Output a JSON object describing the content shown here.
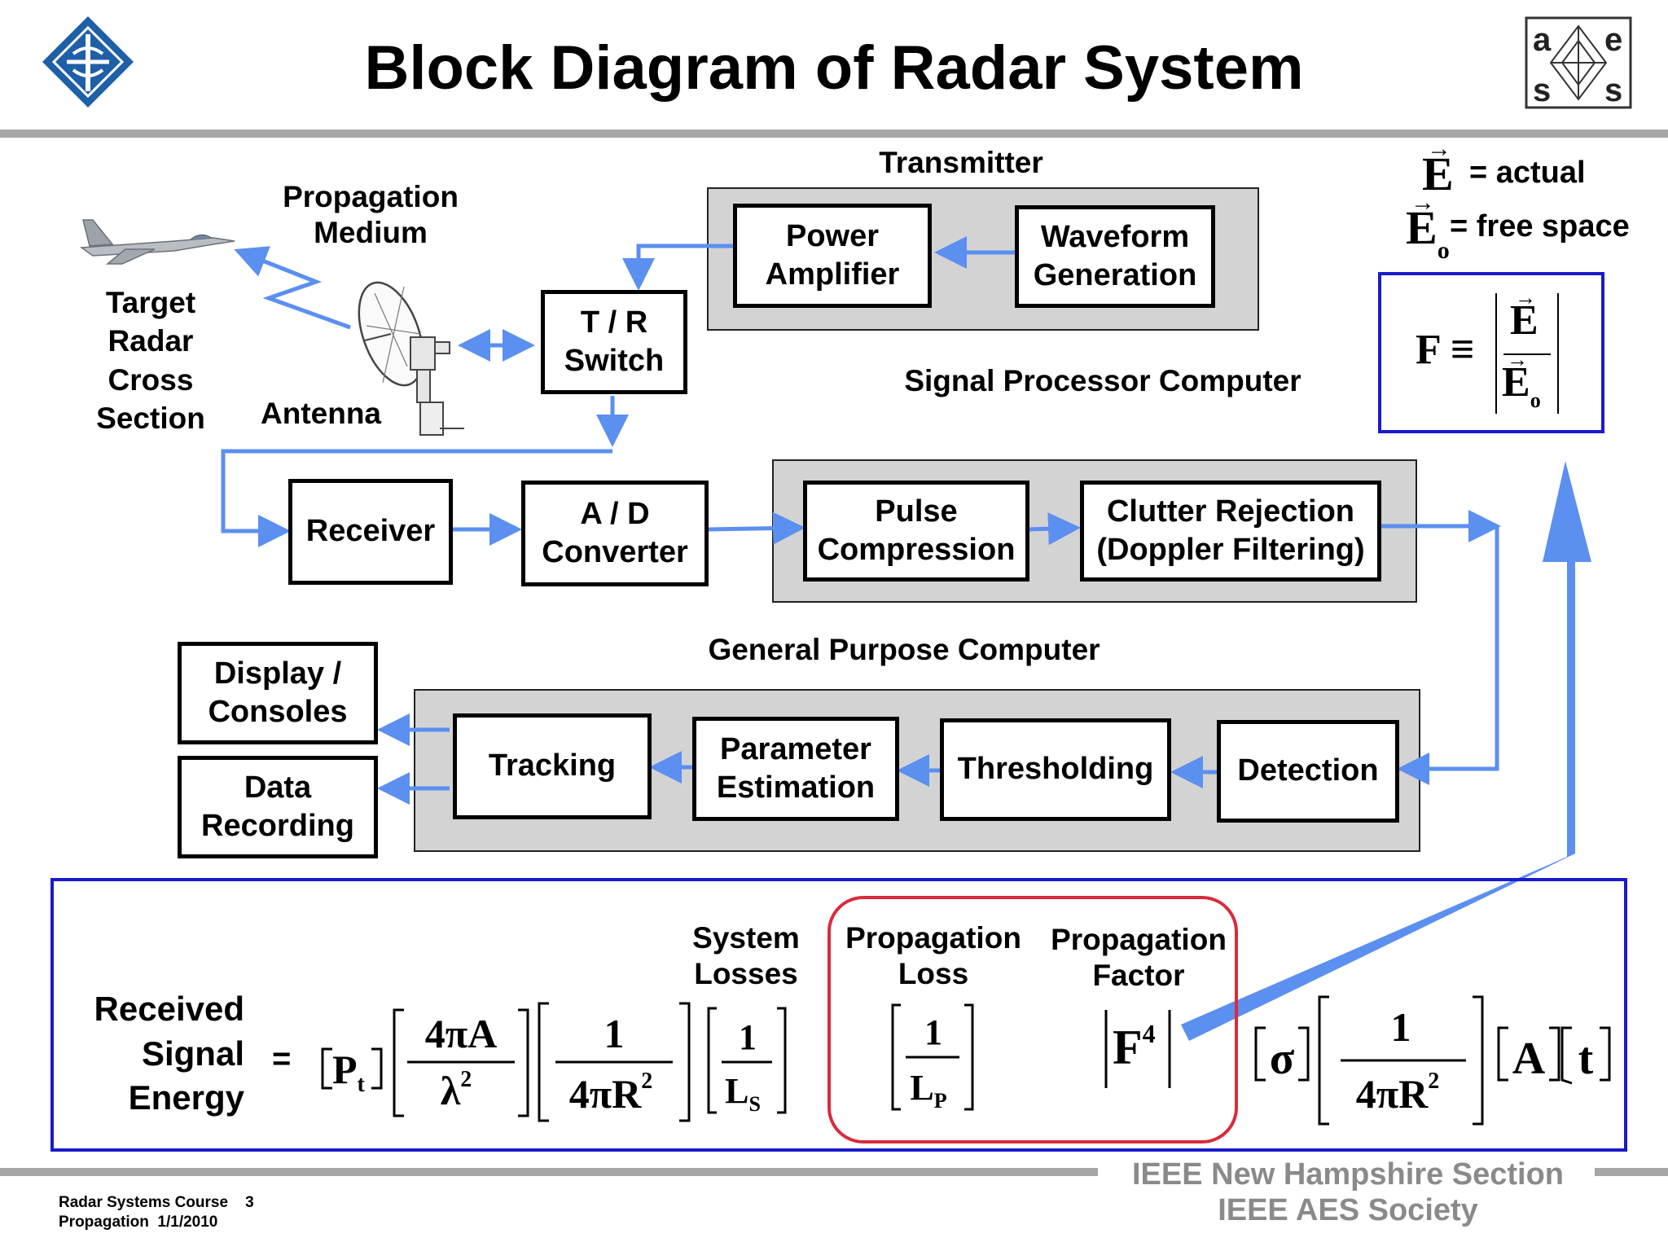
{
  "title": "Block Diagram of Radar System",
  "labels": {
    "propagation_medium": [
      "Propagation",
      "Medium"
    ],
    "target": [
      "Target",
      "Radar",
      "Cross",
      "Section"
    ],
    "antenna": "Antenna",
    "transmitter": "Transmitter",
    "signal_processor": "Signal Processor Computer",
    "general_purpose": "General Purpose Computer"
  },
  "legend": {
    "actual_symbol": "E",
    "actual_text": "= actual",
    "free_symbol": "E",
    "free_sub": "o",
    "free_text": "= free space",
    "formula_lhs": "F ≡",
    "formula_num": "E",
    "formula_den": "E",
    "formula_den_sub": "o"
  },
  "blocks": {
    "power_amplifier": [
      "Power",
      "Amplifier"
    ],
    "waveform_generation": [
      "Waveform",
      "Generation"
    ],
    "tr_switch": [
      "T / R",
      "Switch"
    ],
    "receiver": "Receiver",
    "ad_converter": [
      "A / D",
      "Converter"
    ],
    "pulse_compression": [
      "Pulse",
      "Compression"
    ],
    "clutter_rejection": [
      "Clutter Rejection",
      "(Doppler Filtering)"
    ],
    "display_consoles": [
      "Display /",
      "Consoles"
    ],
    "data_recording": [
      "Data",
      "Recording"
    ],
    "tracking": "Tracking",
    "parameter_estimation": [
      "Parameter",
      "Estimation"
    ],
    "thresholding": "Thresholding",
    "detection": "Detection"
  },
  "equation": {
    "received_signal_energy": [
      "Received",
      "Signal",
      "Energy"
    ],
    "equals": "=",
    "system_losses": [
      "System",
      "Losses"
    ],
    "propagation_loss": [
      "Propagation",
      "Loss"
    ],
    "propagation_factor": [
      "Propagation",
      "Factor"
    ],
    "pt": "P",
    "pt_sub": "t",
    "gain_num": "4πA",
    "gain_den": "λ",
    "gain_den_sup": "2",
    "one": "1",
    "spread_den": "4πR",
    "spread_den_sup": "2",
    "ls": "L",
    "ls_sub": "S",
    "lp": "L",
    "lp_sub": "P",
    "f4": "F",
    "f4_sup": "4",
    "sigma": "σ",
    "area": "A",
    "time": "t"
  },
  "footer": {
    "course": "Radar Systems Course",
    "page": "3",
    "lecture": "Propagation",
    "date": "1/1/2010",
    "ieee_nh": "IEEE New Hampshire Section",
    "ieee_aes": "IEEE AES Society"
  },
  "colors": {
    "arrow_blue": "#5b8ff0",
    "frame_blue": "#1a1acc",
    "highlight_red": "#d92b3a",
    "group_gray": "#d3d3d3",
    "rule_gray": "#a5a5a5",
    "logo_blue": "#1f5fa8"
  }
}
